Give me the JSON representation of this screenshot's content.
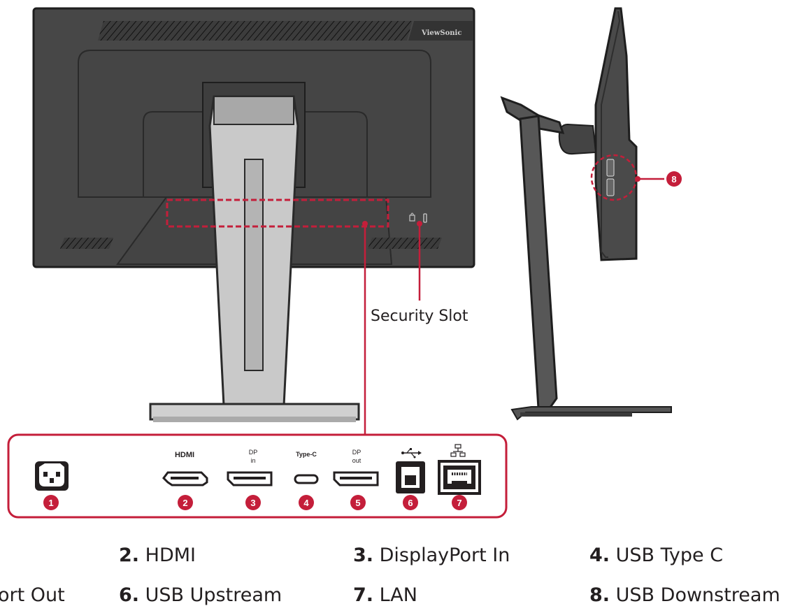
{
  "brand": "ViewSonic",
  "security_label": "Security Slot",
  "panel": {
    "hdmi_logo": "HDMI",
    "dp_in": [
      "DP",
      "in"
    ],
    "typec": "Type-C",
    "dp_out": [
      "DP",
      "out"
    ]
  },
  "callouts": [
    "1",
    "2",
    "3",
    "4",
    "5",
    "6",
    "7",
    "8"
  ],
  "legend": [
    {
      "num": "2.",
      "label": "HDMI"
    },
    {
      "num": "3.",
      "label": "DisplayPort In"
    },
    {
      "num": "4.",
      "label": "USB Type C"
    },
    {
      "num": "",
      "label": "ort Out"
    },
    {
      "num": "6.",
      "label": "USB Upstream"
    },
    {
      "num": "7.",
      "label": "LAN"
    },
    {
      "num": "8.",
      "label": "USB Downstream"
    }
  ],
  "colors": {
    "accent": "#c41e3a",
    "monitor": "#4a4a4a",
    "stand": "#c8c8c8"
  }
}
